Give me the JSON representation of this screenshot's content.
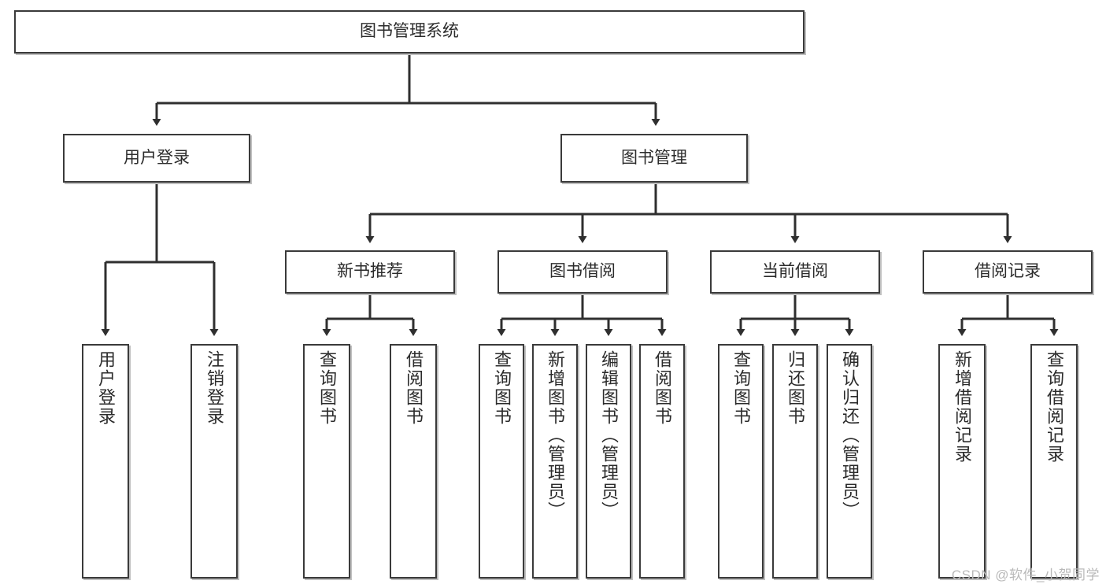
{
  "diagram": {
    "title": "图书管理系统",
    "type": "hierarchy-tree",
    "watermark": "CSDN @软件_小贺同学",
    "colors": {
      "box_border": "#3a3a3a",
      "box_fill": "#ffffff",
      "connector": "#2f2f2f",
      "text": "#2b2b2b",
      "watermark": "#b9b9b9"
    },
    "nodes": {
      "root": {
        "label": "图书管理系统",
        "level": 0,
        "orientation": "horizontal"
      },
      "user_login": {
        "label": "用户登录",
        "level": 1,
        "orientation": "horizontal"
      },
      "book_manage": {
        "label": "图书管理",
        "level": 1,
        "orientation": "horizontal"
      },
      "new_book_rec": {
        "label": "新书推荐",
        "level": 2,
        "orientation": "horizontal"
      },
      "book_borrow": {
        "label": "图书借阅",
        "level": 2,
        "orientation": "horizontal"
      },
      "current_borrow": {
        "label": "当前借阅",
        "level": 2,
        "orientation": "horizontal"
      },
      "borrow_record": {
        "label": "借阅记录",
        "level": 2,
        "orientation": "horizontal"
      },
      "leaf_user_login": {
        "label": "用户登录",
        "level": 3,
        "orientation": "vertical"
      },
      "leaf_logout": {
        "label": "注销登录",
        "level": 3,
        "orientation": "vertical"
      },
      "leaf_query_book_1": {
        "label": "查询图书",
        "level": 3,
        "orientation": "vertical"
      },
      "leaf_borrow_book_1": {
        "label": "借阅图书",
        "level": 3,
        "orientation": "vertical"
      },
      "leaf_query_book_2": {
        "label": "查询图书",
        "level": 3,
        "orientation": "vertical"
      },
      "leaf_add_book": {
        "label": "新增图书（管理员）",
        "level": 3,
        "orientation": "vertical"
      },
      "leaf_edit_book": {
        "label": "编辑图书（管理员）",
        "level": 3,
        "orientation": "vertical"
      },
      "leaf_borrow_book_2": {
        "label": "借阅图书",
        "level": 3,
        "orientation": "vertical"
      },
      "leaf_query_book_3": {
        "label": "查询图书",
        "level": 3,
        "orientation": "vertical"
      },
      "leaf_return_book": {
        "label": "归还图书",
        "level": 3,
        "orientation": "vertical"
      },
      "leaf_confirm_return": {
        "label": "确认归还（管理员）",
        "level": 3,
        "orientation": "vertical"
      },
      "leaf_add_record": {
        "label": "新增借阅记录",
        "level": 3,
        "orientation": "vertical"
      },
      "leaf_query_record": {
        "label": "查询借阅记录",
        "level": 3,
        "orientation": "vertical"
      }
    },
    "edges": [
      {
        "from": "root",
        "to": "user_login"
      },
      {
        "from": "root",
        "to": "book_manage"
      },
      {
        "from": "user_login",
        "to": "leaf_user_login"
      },
      {
        "from": "user_login",
        "to": "leaf_logout"
      },
      {
        "from": "book_manage",
        "to": "new_book_rec"
      },
      {
        "from": "book_manage",
        "to": "book_borrow"
      },
      {
        "from": "book_manage",
        "to": "current_borrow"
      },
      {
        "from": "book_manage",
        "to": "borrow_record"
      },
      {
        "from": "new_book_rec",
        "to": "leaf_query_book_1"
      },
      {
        "from": "new_book_rec",
        "to": "leaf_borrow_book_1"
      },
      {
        "from": "book_borrow",
        "to": "leaf_query_book_2"
      },
      {
        "from": "book_borrow",
        "to": "leaf_add_book"
      },
      {
        "from": "book_borrow",
        "to": "leaf_edit_book"
      },
      {
        "from": "book_borrow",
        "to": "leaf_borrow_book_2"
      },
      {
        "from": "current_borrow",
        "to": "leaf_query_book_3"
      },
      {
        "from": "current_borrow",
        "to": "leaf_return_book"
      },
      {
        "from": "current_borrow",
        "to": "leaf_confirm_return"
      },
      {
        "from": "borrow_record",
        "to": "leaf_add_record"
      },
      {
        "from": "borrow_record",
        "to": "leaf_query_record"
      }
    ]
  }
}
